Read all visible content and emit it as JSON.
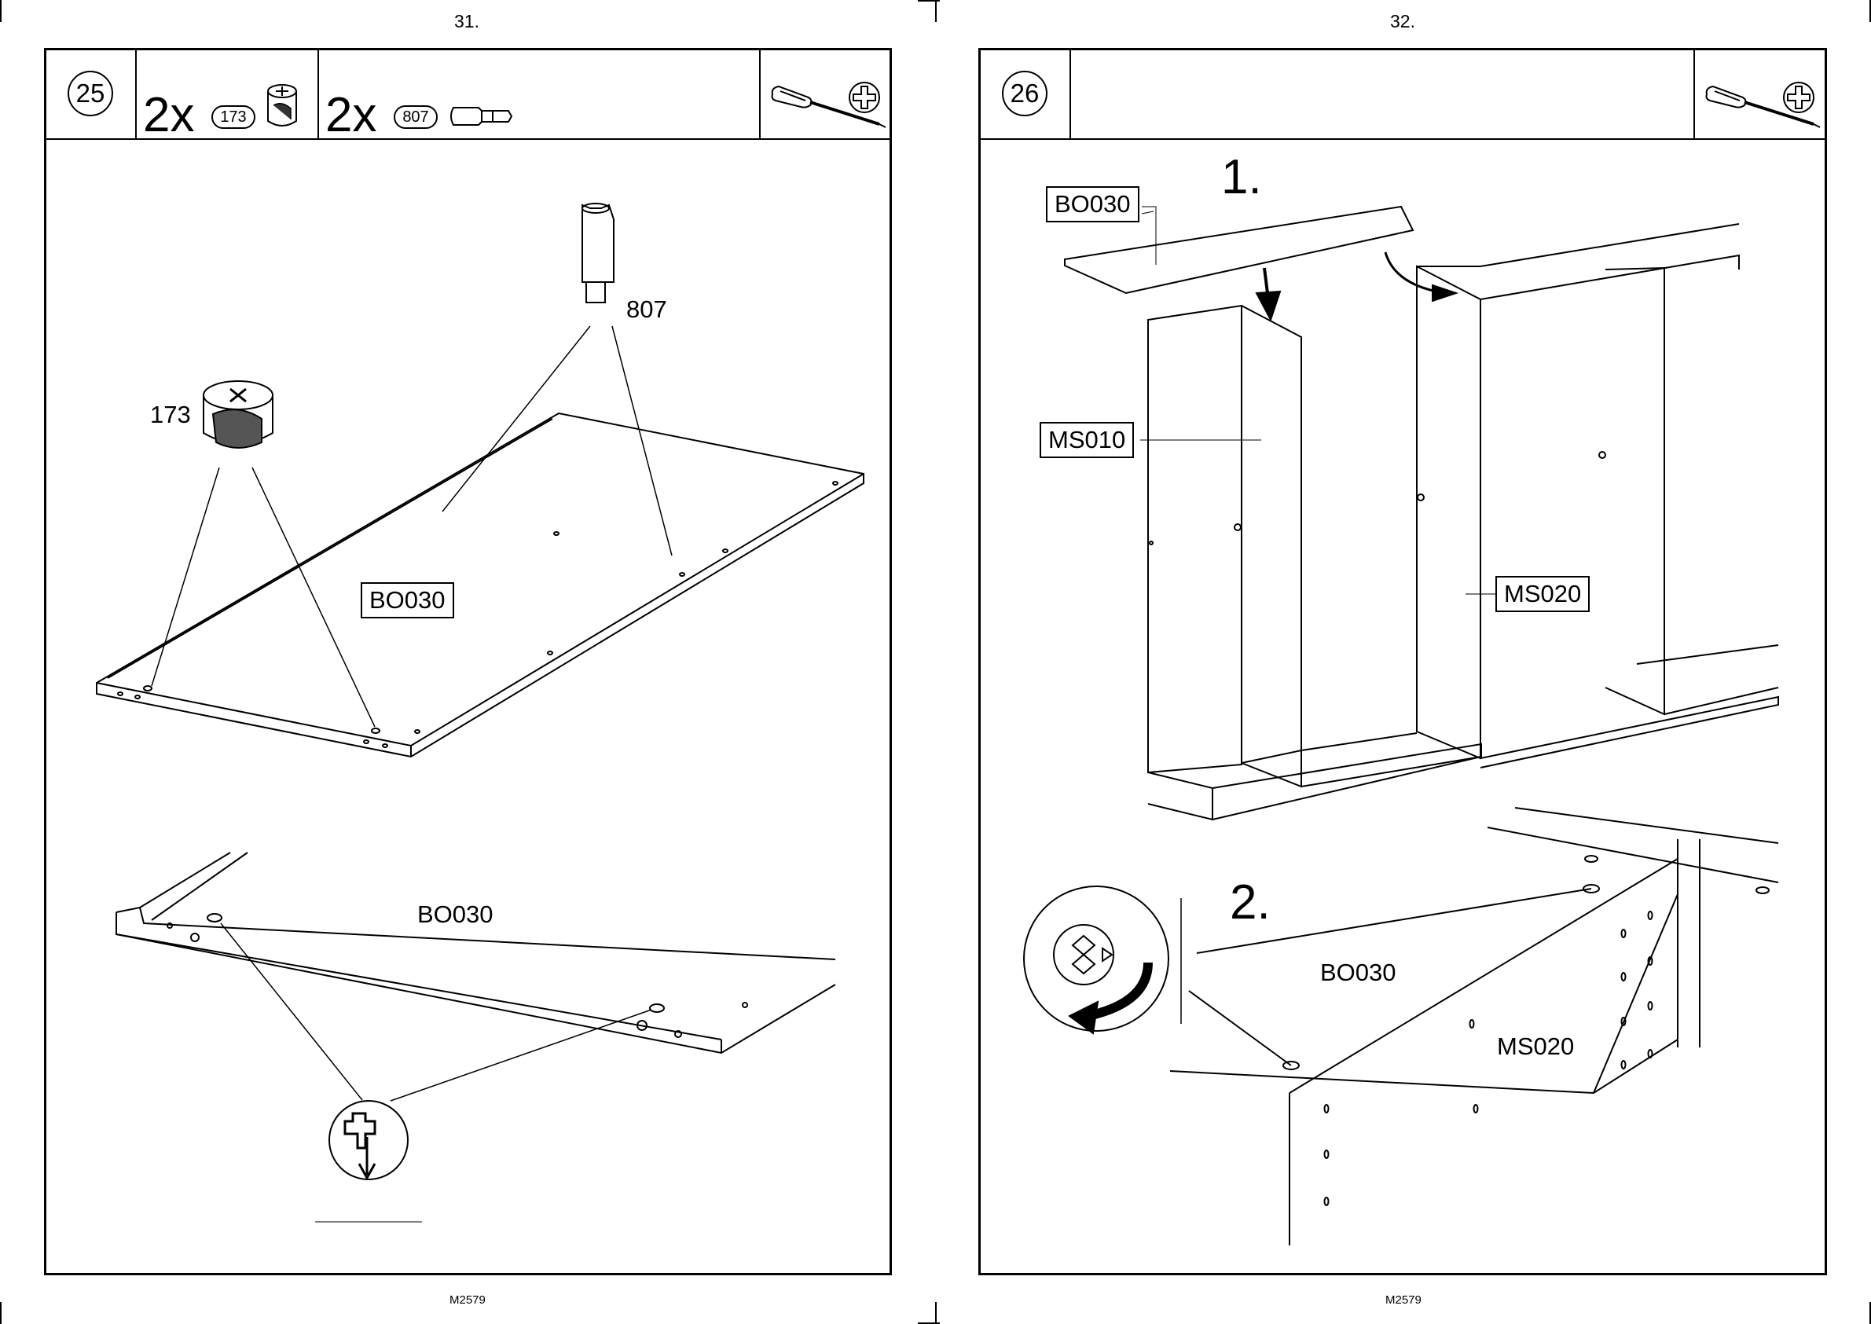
{
  "left_page": {
    "page_number": "31.",
    "doc_code": "M2579",
    "step": "25",
    "parts": [
      {
        "qty": "2x",
        "code": "173"
      },
      {
        "qty": "2x",
        "code": "807"
      }
    ],
    "tool_icons": [
      "screwdriver-icon",
      "phillips-head-icon"
    ],
    "labels": {
      "cam_code": "173",
      "dowel_code": "807",
      "board_top": "BO030",
      "board_detail": "BO030"
    }
  },
  "right_page": {
    "page_number": "32.",
    "doc_code": "M2579",
    "step": "26",
    "tool_icons": [
      "screwdriver-icon",
      "phillips-head-icon"
    ],
    "substeps": [
      "1.",
      "2."
    ],
    "labels": {
      "bo030_top": "BO030",
      "ms010": "MS010",
      "ms020": "MS020",
      "bo030_detail": "BO030",
      "ms020_detail": "MS020"
    }
  },
  "colors": {
    "ink": "#000000",
    "paper": "#ffffff"
  }
}
